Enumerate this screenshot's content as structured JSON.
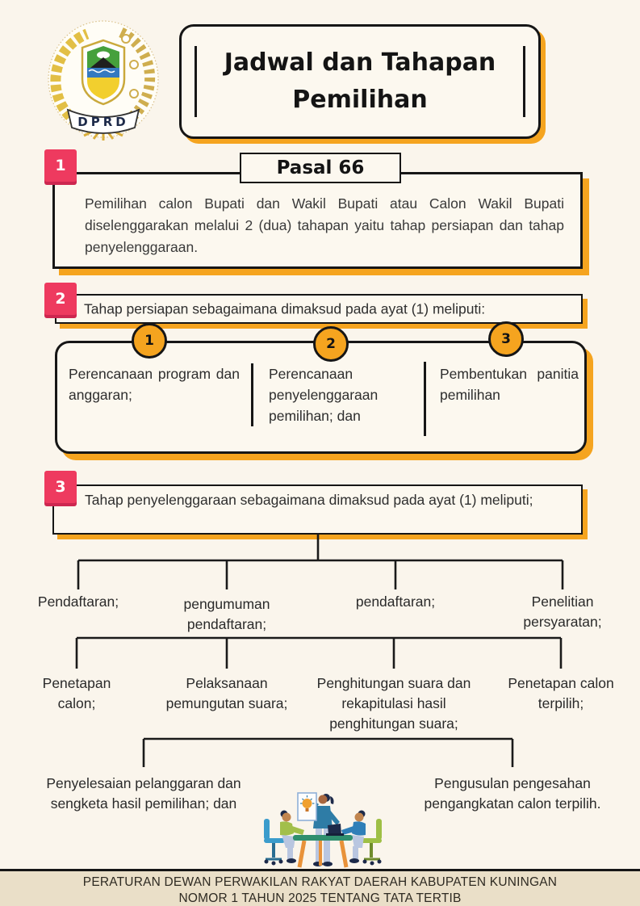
{
  "poster": {
    "logo": {
      "banner_text": "DPRD"
    },
    "title": "Jadwal dan Tahapan Pemilihan"
  },
  "section1": {
    "badge": "1",
    "heading": "Pasal 66",
    "body": "Pemilihan calon Bupati dan Wakil Bupati atau Calon Wakil Bupati diselenggarakan melalui 2 (dua) tahapan yaitu tahap persiapan dan tahap penyelenggaraan."
  },
  "section2": {
    "badge": "2",
    "heading": "Tahap persiapan sebagaimana dimaksud pada ayat (1) meliputi:",
    "items": [
      {
        "number": "1",
        "label": "Perencanaan program dan anggaran;"
      },
      {
        "number": "2",
        "label": "Perencanaan penyelenggaraan pemilihan; dan"
      },
      {
        "number": "3",
        "label": "Pembentukan panitia pemilihan"
      }
    ]
  },
  "section3": {
    "badge": "3",
    "heading": "Tahap penyelenggaraan sebagaimana dimaksud pada ayat (1) meliputi;",
    "row1": [
      "Pendaftaran;",
      "pengumuman pendaftaran;",
      "pendaftaran;",
      "Penelitian persyaratan;"
    ],
    "row2": [
      "Penetapan calon;",
      "Pelaksanaan pemungutan suara;",
      "Penghitungan suara dan rekapitulasi hasil penghitungan suara;",
      "Penetapan calon terpilih;"
    ],
    "row3": [
      "Penyelesaian pelanggaran dan sengketa hasil pemilihan; dan",
      "Pengusulan pengesahan pengangkatan calon terpilih."
    ]
  },
  "footer": {
    "line1": "PERATURAN DEWAN PERWAKILAN RAKYAT DAERAH KABUPATEN KUNINGAN",
    "line2": "NOMOR 1 TAHUN 2025 TENTANG TATA TERTIB"
  },
  "colors": {
    "page_bg": "#faf5ec",
    "accent_pink": "#ee3a5f",
    "accent_orange": "#f5a41f",
    "line": "#1a1a1a",
    "footer_bg": "#eadfc8"
  }
}
